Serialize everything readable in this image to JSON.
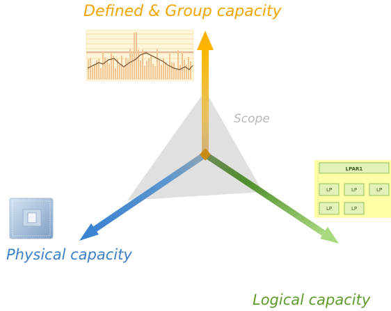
{
  "labels": {
    "top": "Defined & Group capacity",
    "scope": "Scope",
    "physical": "Physical capacity",
    "logical": "Logical capacity"
  },
  "lpar": {
    "title": "LPAR1",
    "lp_label": "LP"
  },
  "colors": {
    "top_arrow": "#F2B705",
    "physical_arrow": "#4A88CC",
    "logical_arrow": "#5E9A2E",
    "scope_triangle": "#D9D9D9",
    "lpar_background": "#FFFFA8",
    "lpar_border": "#9BC46A"
  },
  "icons": {
    "chip": "cpu-chip-icon",
    "chart": "utilization-chart-icon"
  }
}
